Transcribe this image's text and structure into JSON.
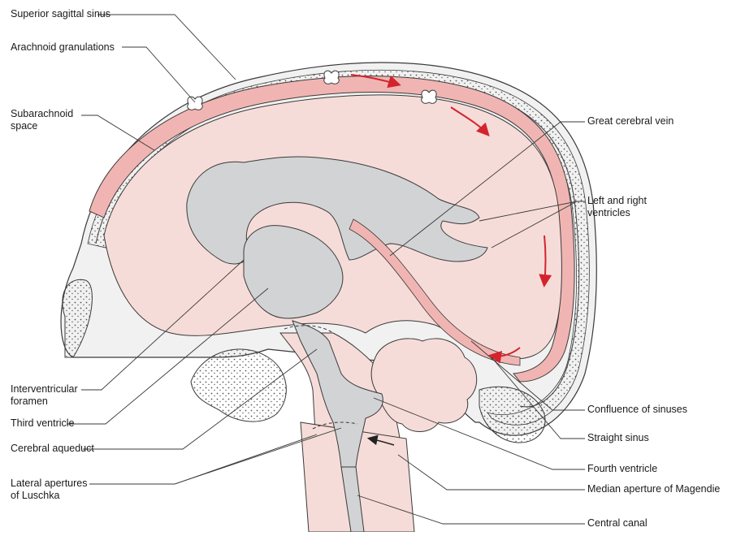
{
  "labels": {
    "superior_sagittal_sinus": "Superior sagittal sinus",
    "arachnoid_granulations": "Arachnoid granulations",
    "subarachnoid_space_1": "Subarachnoid",
    "subarachnoid_space_2": "space",
    "interventricular_foramen_1": "Interventricular",
    "interventricular_foramen_2": "foramen",
    "third_ventricle": "Third ventricle",
    "cerebral_aqueduct": "Cerebral aqueduct",
    "lateral_apertures_1": "Lateral apertures",
    "lateral_apertures_2": "of Luschka",
    "great_cerebral_vein": "Great cerebral vein",
    "left_right_ventricles_1": "Left and right",
    "left_right_ventricles_2": "ventricles",
    "confluence_of_sinuses": "Confluence of sinuses",
    "straight_sinus": "Straight sinus",
    "fourth_ventricle": "Fourth ventricle",
    "median_aperture": "Median aperture of Magendie",
    "central_canal": "Central canal"
  },
  "colors": {
    "csf_pink": "#f6dcd8",
    "ventricle_grey": "#d2d3d4",
    "sinus_pink": "#f0b5b2",
    "arrow_red": "#d3242e",
    "outline": "#3a3a3a",
    "bone_dots": "#555555"
  }
}
